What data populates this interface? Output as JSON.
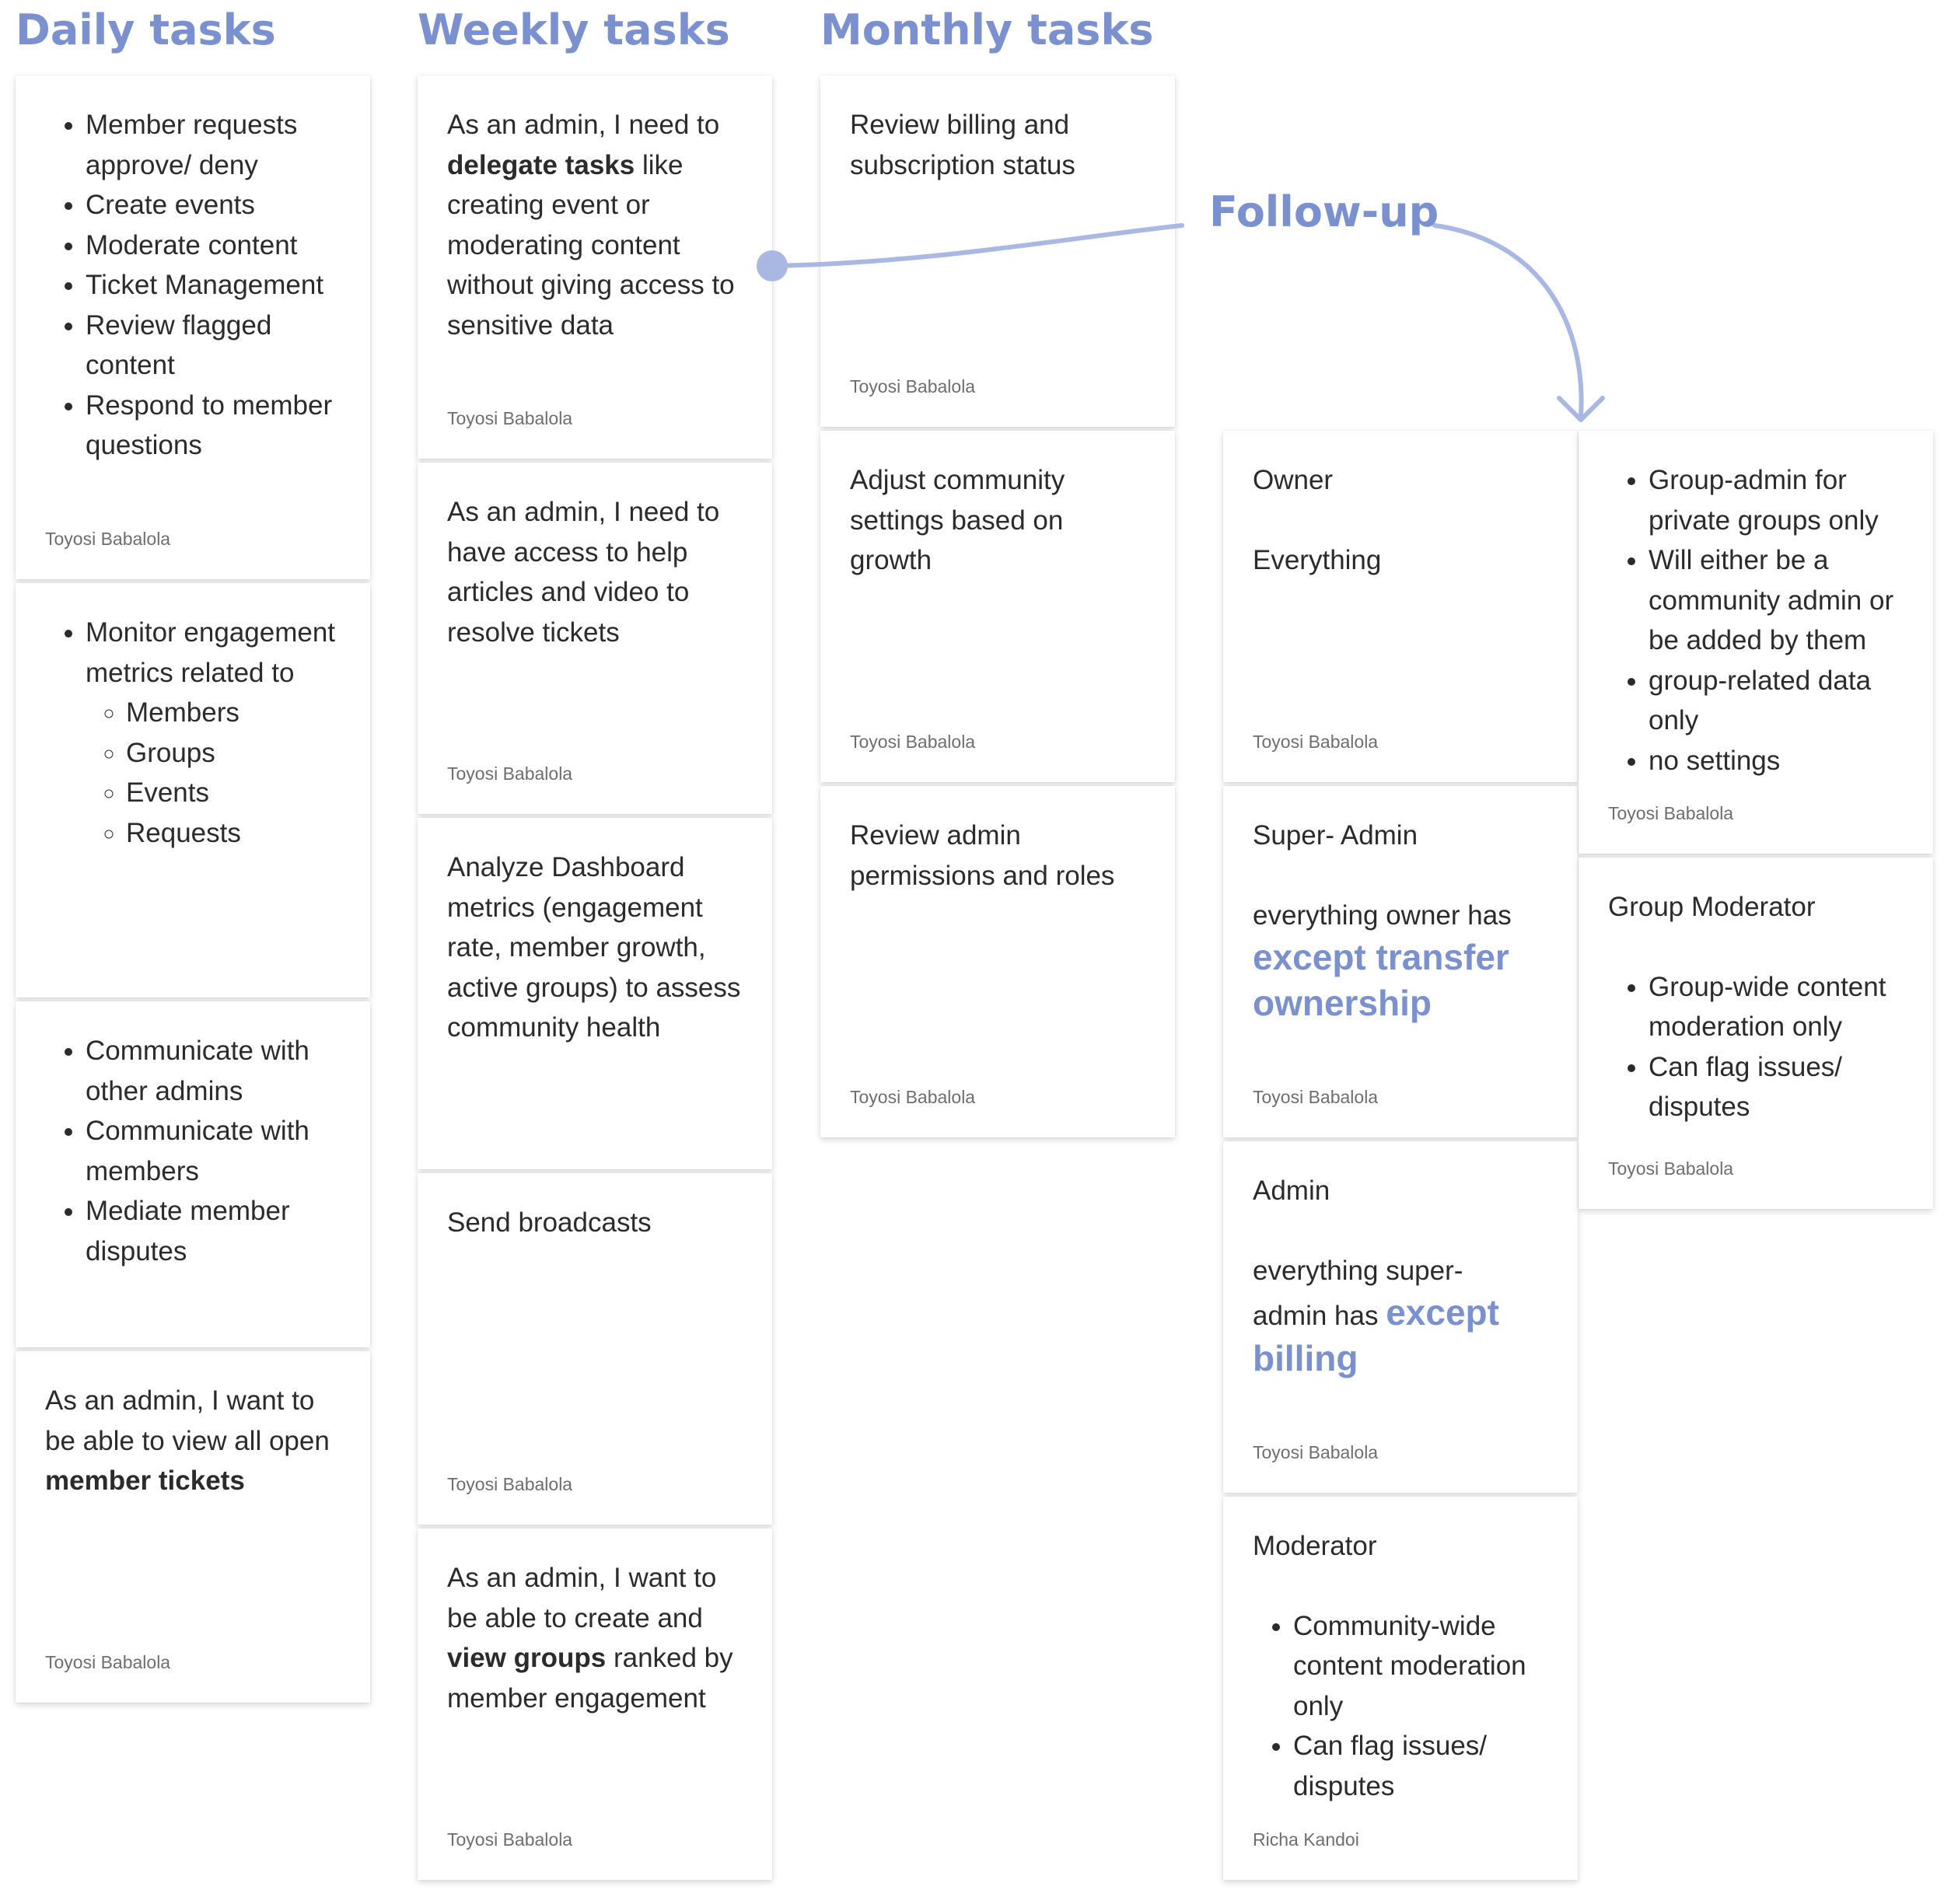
{
  "headings": {
    "daily": "Daily tasks",
    "weekly": "Weekly tasks",
    "monthly": "Monthly tasks"
  },
  "follow_up": {
    "label": "Follow-up",
    "accent_color": "#7b90cf"
  },
  "daily": [
    {
      "items": [
        "Member requests approve/ deny",
        "Create events",
        "Moderate content",
        "Ticket Management",
        "Review flagged content",
        "Respond to member questions"
      ],
      "author": "Toyosi Babalola"
    },
    {
      "item": "Monitor engagement metrics related to",
      "subitems": [
        "Members",
        "Groups",
        "Events",
        "Requests"
      ]
    },
    {
      "items": [
        "Communicate with other admins",
        "Communicate with members",
        "Mediate member disputes"
      ]
    },
    {
      "text_before": "As an admin, I want to be able to view all open ",
      "text_bold": "member tickets",
      "author": "Toyosi Babalola"
    }
  ],
  "weekly": [
    {
      "text_before": "As an admin, I need to ",
      "text_bold": "delegate tasks",
      "text_after": " like creating event or moderating content without giving access to sensitive data",
      "author": "Toyosi Babalola"
    },
    {
      "text": "As an admin, I need to have access to help articles and video to resolve tickets",
      "author": "Toyosi Babalola"
    },
    {
      "text": "Analyze Dashboard metrics (engagement rate, member growth, active groups) to assess community health"
    },
    {
      "text": "Send broadcasts",
      "author": "Toyosi Babalola"
    },
    {
      "text_before": "As an admin, I want to be able to create and ",
      "text_bold": "view groups",
      "text_after": " ranked by member engagement",
      "author": "Toyosi Babalola"
    }
  ],
  "monthly": [
    {
      "text": "Review billing and subscription status",
      "author": "Toyosi Babalola"
    },
    {
      "text": "Adjust community settings based on growth",
      "author": "Toyosi Babalola"
    },
    {
      "text": "Review admin permissions and roles",
      "author": "Toyosi Babalola"
    }
  ],
  "roles": [
    {
      "title": "Owner",
      "description": "Everything",
      "author": "Toyosi Babalola"
    },
    {
      "title": "Super- Admin",
      "desc_before": "everything owner has ",
      "desc_highlight": "except transfer ownership",
      "author": "Toyosi Babalola"
    },
    {
      "title": "Admin",
      "desc_before": "everything super-admin has ",
      "desc_highlight": "except billing",
      "author": "Toyosi Babalola"
    },
    {
      "title": "Moderator",
      "items": [
        "Community-wide content moderation only",
        "Can flag issues/ disputes"
      ],
      "author": "Richa Kandoi"
    }
  ],
  "group_roles": [
    {
      "items": [
        "Group-admin for private groups only",
        "Will either be a community admin or be added by them",
        "group-related data only",
        "no settings"
      ],
      "author": "Toyosi Babalola"
    },
    {
      "title": "Group Moderator",
      "items": [
        "Group-wide content moderation only",
        "Can flag issues/ disputes"
      ],
      "author": "Toyosi Babalola"
    }
  ]
}
